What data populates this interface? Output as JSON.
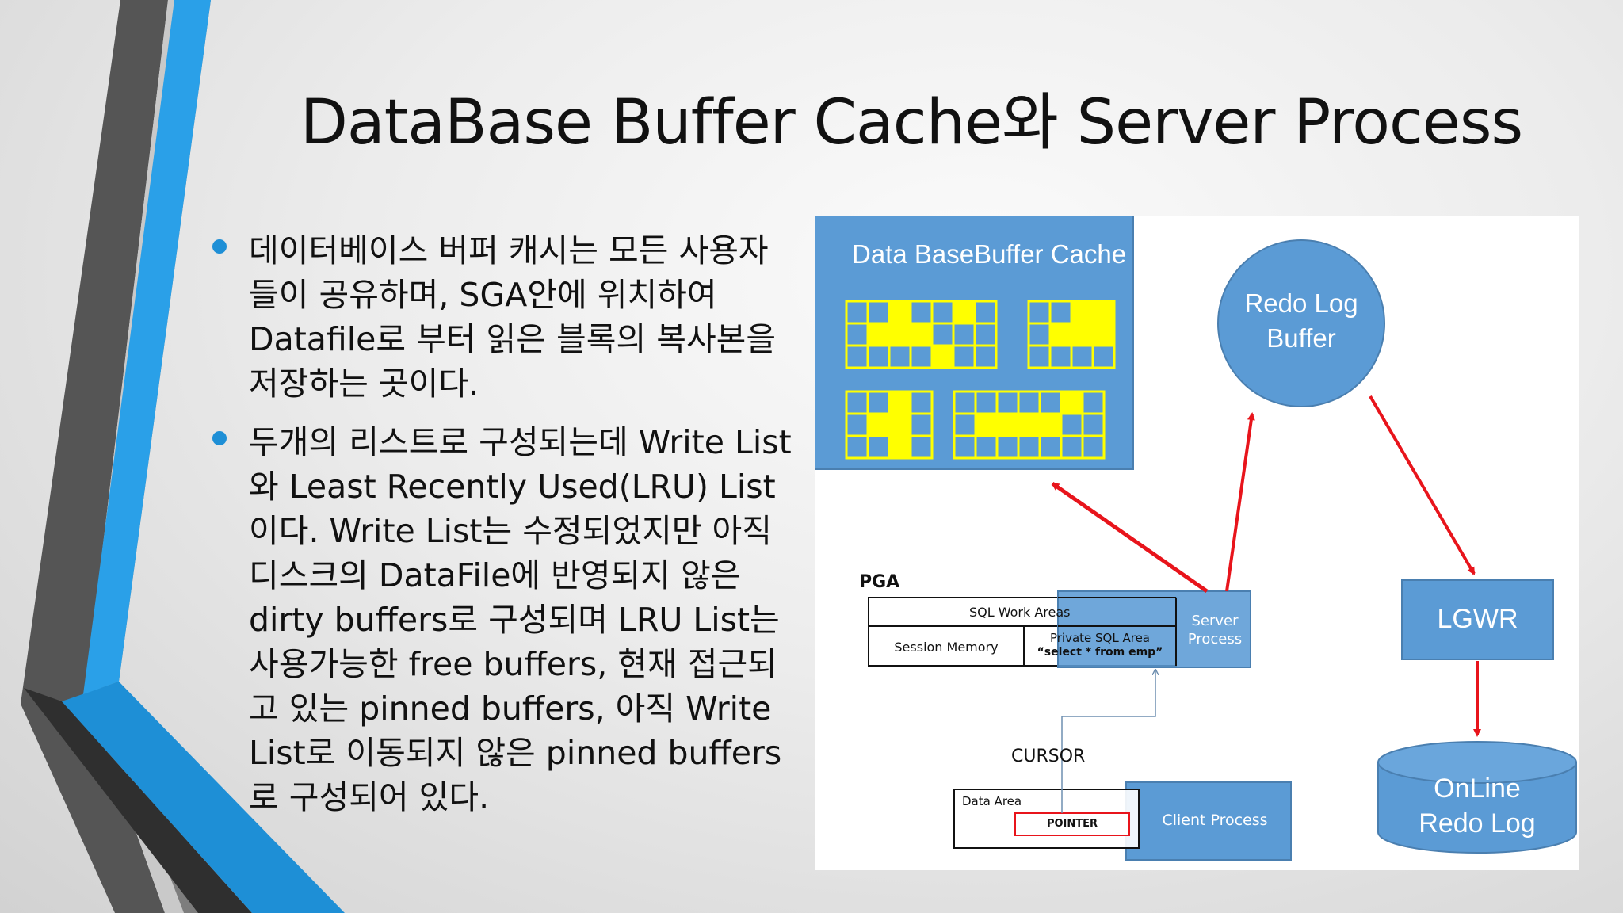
{
  "slide": {
    "title": "DataBase Buffer Cache와 Server Process",
    "bullets": [
      "데이터베이스 버퍼 캐시는 모든 사용자들이 공유하며, SGA안에 위치하여 Datafile로 부터 읽은 블록의 복사본을 저장하는 곳이다.",
      "두개의 리스트로 구성되는데 Write List와 Least Recently Used(LRU) List이다. Write List는 수정되었지만 아직 디스크의 DataFile에 반영되지 않은 dirty buffers로 구성되며 LRU List는 사용가능한 free buffers, 현재 접근되고 있는 pinned buffers, 아직 Write List로 이동되지 않은 pinned buffers로 구성되어 있다."
    ]
  },
  "diagram": {
    "buffer_cache_label": "Data BaseBuffer Cache",
    "redo_buffer_line1": "Redo Log",
    "redo_buffer_line2": "Buffer",
    "pga_label": "PGA",
    "sql_work_areas": "SQL Work Areas",
    "session_memory": "Session Memory",
    "private_sql_area": "Private SQL Area",
    "private_sql_query": "“select * from emp”",
    "server_process_line1": "Server",
    "server_process_line2": "Process",
    "lgwr": "LGWR",
    "cursor": "CURSOR",
    "data_area": "Data Area",
    "pointer": "POINTER",
    "client_process": "Client Process",
    "online_redo_line1": "OnLine",
    "online_redo_line2": "Redo Log"
  },
  "colors": {
    "accent_blue": "#1e8fd6",
    "box_blue": "#5b9bd5",
    "grid_yellow": "#ffff00",
    "arrow_red": "#e8141b"
  }
}
